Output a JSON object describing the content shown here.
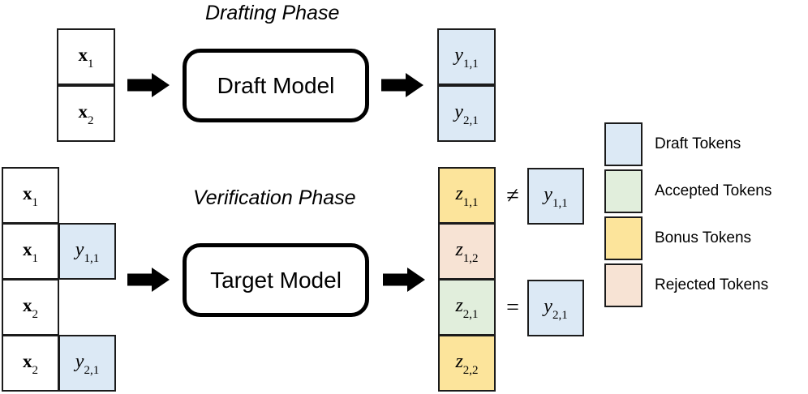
{
  "figure": {
    "kind": "speculative-decoding-diagram"
  },
  "drafting": {
    "title": "Drafting Phase",
    "model_label": "Draft Model",
    "input_cells": [
      {
        "base": "x",
        "sub": "1",
        "bold": true,
        "color": "white"
      },
      {
        "base": "x",
        "sub": "2",
        "bold": true,
        "color": "white"
      }
    ],
    "output_cells": [
      {
        "base": "y",
        "sub": "1,1",
        "bold": false,
        "color": "blue"
      },
      {
        "base": "y",
        "sub": "2,1",
        "bold": false,
        "color": "blue"
      }
    ]
  },
  "verification": {
    "title": "Verification Phase",
    "model_label": "Target Model",
    "input_rows": [
      {
        "left": {
          "base": "x",
          "sub": "1",
          "bold": true,
          "color": "white"
        },
        "right": null
      },
      {
        "left": {
          "base": "x",
          "sub": "1",
          "bold": true,
          "color": "white"
        },
        "right": {
          "base": "y",
          "sub": "1,1",
          "bold": false,
          "color": "blue"
        }
      },
      {
        "left": {
          "base": "x",
          "sub": "2",
          "bold": true,
          "color": "white"
        },
        "right": null
      },
      {
        "left": {
          "base": "x",
          "sub": "2",
          "bold": true,
          "color": "white"
        },
        "right": {
          "base": "y",
          "sub": "2,1",
          "bold": false,
          "color": "blue"
        }
      }
    ],
    "output_cells": [
      {
        "base": "z",
        "sub": "1,1",
        "bold": false,
        "color": "yellow"
      },
      {
        "base": "z",
        "sub": "1,2",
        "bold": false,
        "color": "peach"
      },
      {
        "base": "z",
        "sub": "2,1",
        "bold": false,
        "color": "green"
      },
      {
        "base": "z",
        "sub": "2,2",
        "bold": false,
        "color": "yellow"
      }
    ],
    "comparisons": [
      {
        "operator": "≠",
        "cell": {
          "base": "y",
          "sub": "1,1",
          "bold": false,
          "color": "blue"
        }
      },
      {
        "operator": "=",
        "cell": {
          "base": "y",
          "sub": "2,1",
          "bold": false,
          "color": "blue"
        }
      }
    ]
  },
  "legend": {
    "items": [
      {
        "label": "Draft Tokens",
        "color_name": "blue",
        "color": "#dce9f5"
      },
      {
        "label": "Accepted Tokens",
        "color_name": "green",
        "color": "#e1eedc"
      },
      {
        "label": "Bonus Tokens",
        "color_name": "yellow",
        "color": "#fce49b"
      },
      {
        "label": "Rejected Tokens",
        "color_name": "peach",
        "color": "#f7e3d4"
      }
    ]
  },
  "colors": {
    "draft": "#dce9f5",
    "accepted": "#e1eedc",
    "bonus": "#fce49b",
    "rejected": "#f7e3d4",
    "outline": "#1b1b1b",
    "stroke": "#000000",
    "background": "#ffffff"
  }
}
